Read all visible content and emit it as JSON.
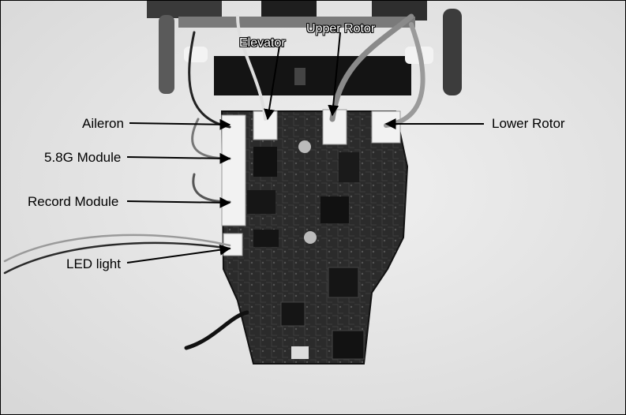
{
  "labels": {
    "elevator": "Elevator",
    "upper_rotor": "Upper Rotor",
    "aileron": "Aileron",
    "lower_rotor": "Lower Rotor",
    "module_58g": "5.8G Module",
    "record_module": "Record Module",
    "led_light": "LED light"
  },
  "colors": {
    "background": "#e9e9e9",
    "board": "#2a2a2a",
    "connector": "#f2f2f2",
    "label_text": "#000000"
  }
}
